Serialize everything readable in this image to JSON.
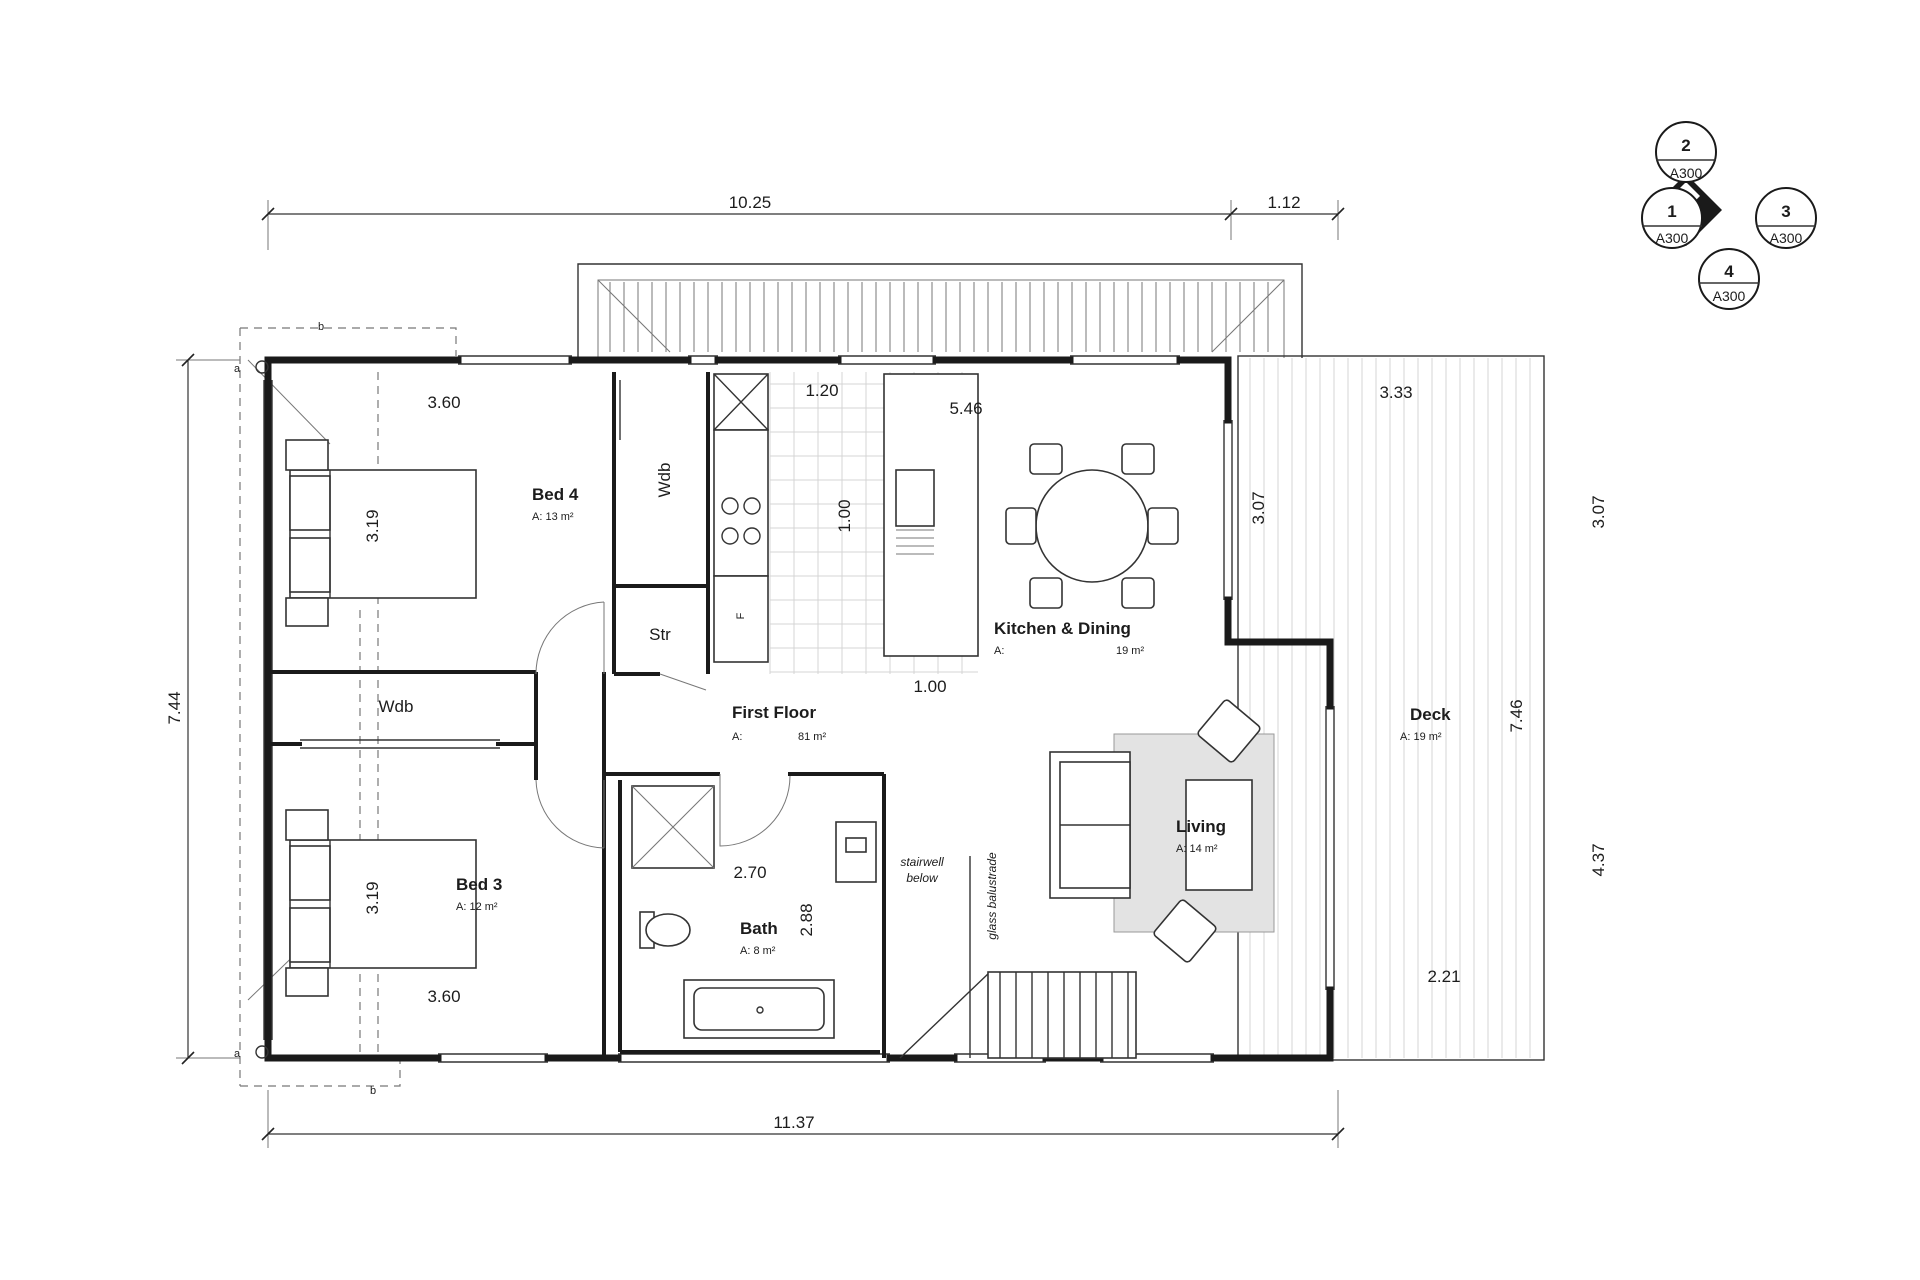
{
  "rooms": {
    "bed4": {
      "name": "Bed 4",
      "area": "A:   13 m²"
    },
    "bed3": {
      "name": "Bed 3",
      "area": "A:   12 m²"
    },
    "kitchen": {
      "name": "Kitchen & Dining",
      "area_prefix": "A:",
      "area_value": "19 m²"
    },
    "first_floor": {
      "name": "First Floor",
      "area_prefix": "A:",
      "area_value": "81 m²"
    },
    "living": {
      "name": "Living",
      "area": "A:   14 m²"
    },
    "bath": {
      "name": "Bath",
      "area": "A:  8 m²"
    },
    "deck": {
      "name": "Deck",
      "area": "A:   19 m²"
    },
    "wdb_top": "Wdb",
    "wdb_mid": "Wdb",
    "str": "Str",
    "fridge": "F"
  },
  "annotations": {
    "stairwell_1": "stairwell",
    "stairwell_2": "below",
    "glass": "glass balustrade"
  },
  "dimensions": {
    "top_main": "10.25",
    "top_right": "1.12",
    "bottom": "11.37",
    "left": "7.44",
    "bed4_width": "3.60",
    "bed4_depth": "3.19",
    "bed3_depth": "3.19",
    "bed3_width": "3.60",
    "kitchen_a": "1.20",
    "kitchen_b": "5.46",
    "kitchen_c": "1.00",
    "kitchen_d": "1.00",
    "kitchen_depth": "3.07",
    "deck_width": "3.33",
    "deck_right_upper": "3.07",
    "deck_total": "7.46",
    "deck_right_lower": "4.37",
    "deck_lower": "2.21",
    "bath_width": "2.70",
    "bath_depth": "2.88"
  },
  "section_markers": {
    "m1": {
      "num": "1",
      "ref": "A300"
    },
    "m2": {
      "num": "2",
      "ref": "A300"
    },
    "m3": {
      "num": "3",
      "ref": "A300"
    },
    "m4": {
      "num": "4",
      "ref": "A300"
    }
  },
  "grid_markers": {
    "a1": "a",
    "a2": "a",
    "b1": "b",
    "b2": "b"
  }
}
